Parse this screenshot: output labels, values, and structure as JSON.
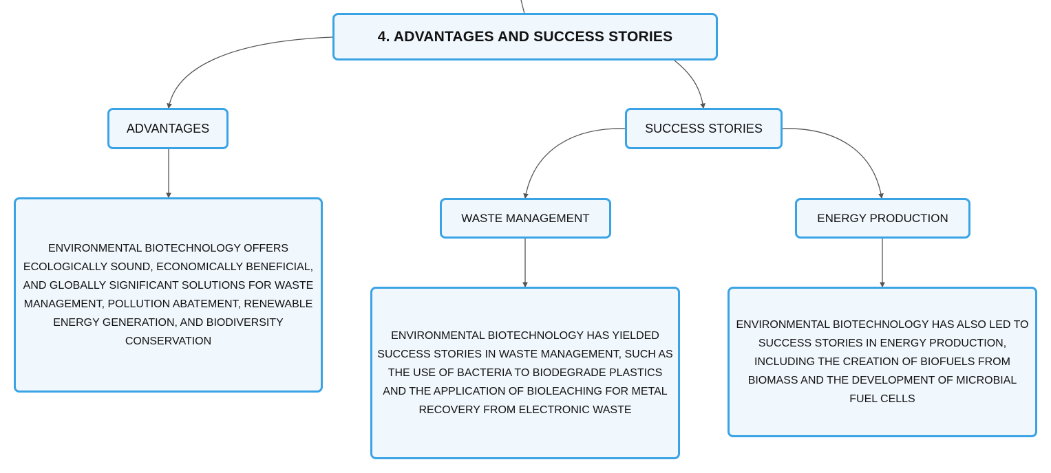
{
  "colors": {
    "node_border": "#3aa3e5",
    "node_fill": "#f0f7fd",
    "connector": "#555555",
    "text": "#111111"
  },
  "nodes": {
    "main": {
      "label": "4. ADVANTAGES AND SUCCESS STORIES"
    },
    "advantages": {
      "label": "ADVANTAGES"
    },
    "success_stories": {
      "label": "SUCCESS STORIES"
    },
    "waste_management": {
      "label": "WASTE MANAGEMENT"
    },
    "energy_production": {
      "label": "ENERGY PRODUCTION"
    },
    "advantages_text": {
      "label": "ENVIRONMENTAL BIOTECHNOLOGY OFFERS ECOLOGICALLY SOUND, ECONOMICALLY BENEFICIAL, AND GLOBALLY SIGNIFICANT SOLUTIONS FOR WASTE MANAGEMENT, POLLUTION ABATEMENT, RENEWABLE ENERGY GENERATION, AND BIODIVERSITY CONSERVATION"
    },
    "waste_management_text": {
      "label": "ENVIRONMENTAL BIOTECHNOLOGY HAS YIELDED SUCCESS STORIES IN WASTE MANAGEMENT, SUCH AS THE USE OF BACTERIA TO BIODEGRADE PLASTICS AND THE APPLICATION OF BIOLEACHING FOR METAL RECOVERY FROM ELECTRONIC WASTE"
    },
    "energy_production_text": {
      "label": "ENVIRONMENTAL BIOTECHNOLOGY HAS ALSO LED TO SUCCESS STORIES IN ENERGY PRODUCTION, INCLUDING THE CREATION OF BIOFUELS FROM BIOMASS AND THE DEVELOPMENT OF MICROBIAL FUEL CELLS"
    }
  },
  "edges": [
    {
      "from": "main",
      "to": "advantages"
    },
    {
      "from": "main",
      "to": "success_stories"
    },
    {
      "from": "advantages",
      "to": "advantages_text"
    },
    {
      "from": "success_stories",
      "to": "waste_management"
    },
    {
      "from": "success_stories",
      "to": "energy_production"
    },
    {
      "from": "waste_management",
      "to": "waste_management_text"
    },
    {
      "from": "energy_production",
      "to": "energy_production_text"
    }
  ]
}
